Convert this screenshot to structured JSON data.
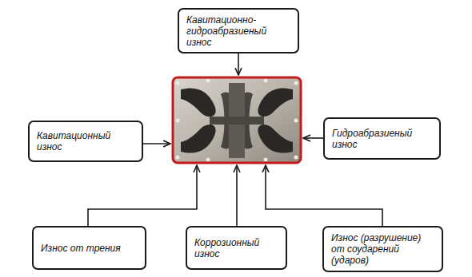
{
  "diagram": {
    "nodes": [
      {
        "text": [
          "Кавитационно- гидроабразиеный износ"
        ]
      },
      {
        "text": [
          "Кавитационный износ"
        ]
      },
      {
        "text": [
          "Гидроабразиеный износ"
        ]
      },
      {
        "text": [
          "Износ от трения"
        ]
      },
      {
        "text": [
          "Коррозионный износ"
        ]
      },
      {
        "text": [
          "Износ (разрушение) от соударений (ударов)"
        ]
      }
    ]
  }
}
